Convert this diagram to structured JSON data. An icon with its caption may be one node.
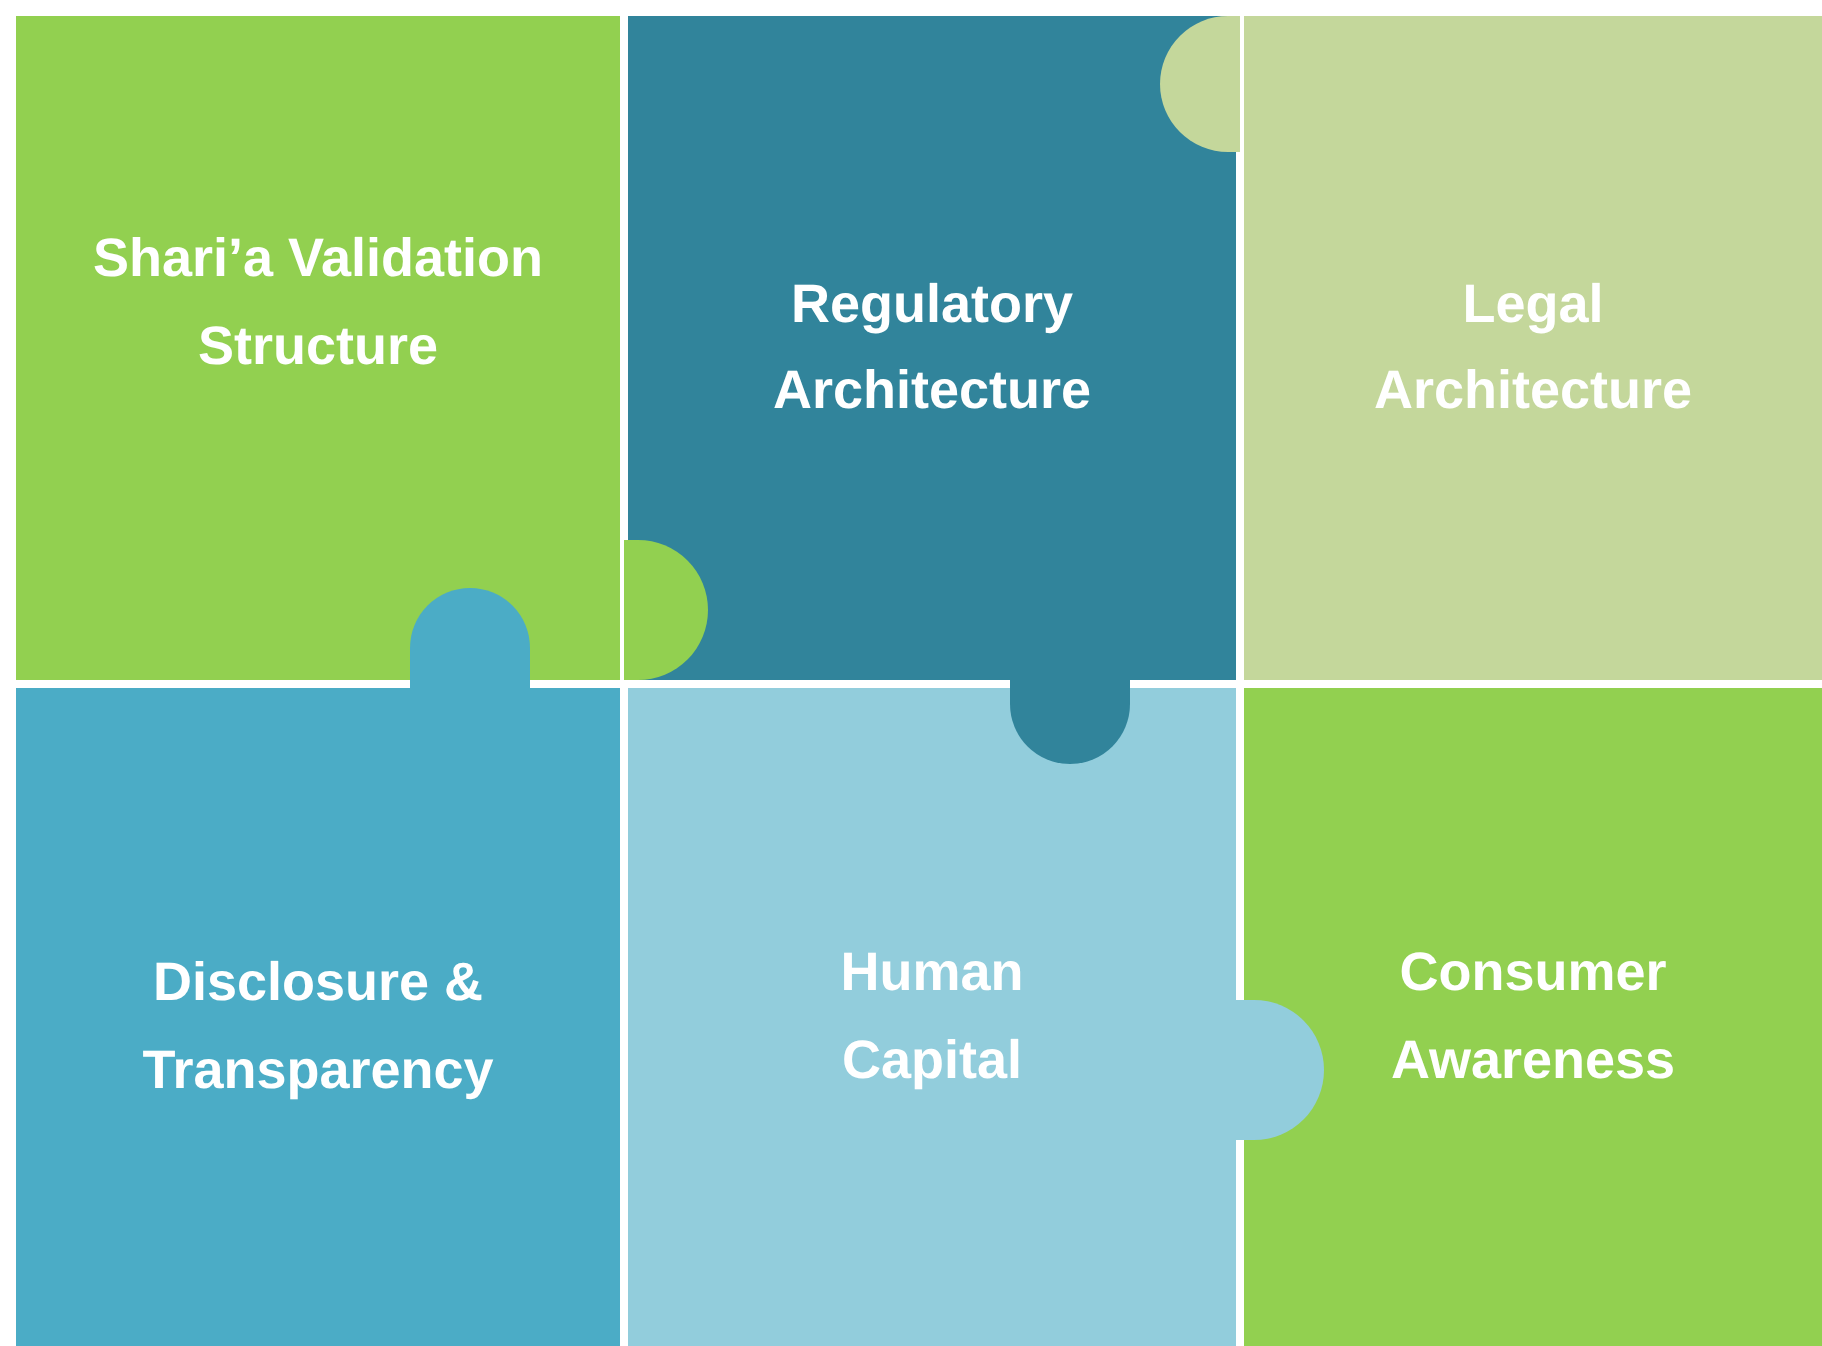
{
  "diagram": {
    "nodes": [
      {
        "text": [
          "Shari’a Validation Structure"
        ]
      },
      {
        "text": [
          "Regulatory Architecture"
        ]
      },
      {
        "text": [
          "Legal Architecture"
        ]
      },
      {
        "text": [
          "Disclosure & Transparency"
        ]
      },
      {
        "text": [
          "Human Capital"
        ]
      },
      {
        "text": [
          "Consumer Awareness"
        ]
      }
    ]
  }
}
